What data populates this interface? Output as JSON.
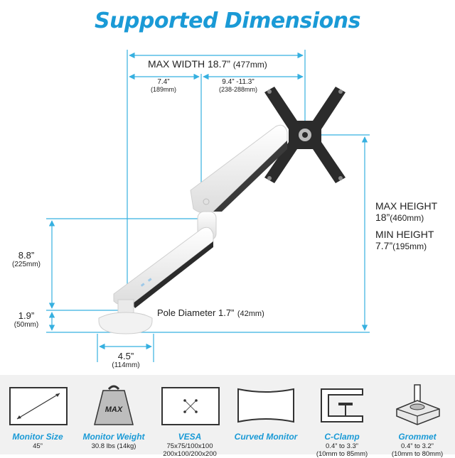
{
  "title": "Supported Dimensions",
  "dimensions": {
    "max_width_label": "MAX WIDTH 18.7”",
    "max_width_metric": "(477mm)",
    "width_a": "7.4”",
    "width_a_metric": "(189mm)",
    "width_b": "9.4” -11.3”",
    "width_b_metric": "(238-288mm)",
    "max_height_label": "MAX HEIGHT",
    "max_height_value": "18”",
    "max_height_metric": "(460mm)",
    "min_height_label": "MIN HEIGHT",
    "min_height_value": "7.7”",
    "min_height_metric": "(195mm)",
    "arm_height": "8.8”",
    "arm_height_metric": "(225mm)",
    "base_height": "1.9”",
    "base_height_metric": "(50mm)",
    "pole_label": "Pole Diameter 1.7”",
    "pole_metric": "(42mm)",
    "base_width": "4.5”",
    "base_width_metric": "(114mm)"
  },
  "features": [
    {
      "name": "Monitor Size",
      "line1": "45”",
      "line2": "",
      "icon": "monitor-size-icon"
    },
    {
      "name": "Monitor Weight",
      "line1": "30.8 lbs (14kg)",
      "line2": "",
      "icon": "weight-icon",
      "icon_text": "MAX"
    },
    {
      "name": "VESA",
      "line1": "75x75/100x100",
      "line2": "200x100/200x200",
      "icon": "vesa-icon"
    },
    {
      "name": "Curved Monitor",
      "line1": "",
      "line2": "",
      "icon": "curved-monitor-icon"
    },
    {
      "name": "C-Clamp",
      "line1": "0.4” to 3.3”",
      "line2": "(10mm to 85mm)",
      "icon": "c-clamp-icon"
    },
    {
      "name": "Grommet",
      "line1": "0.4” to 3.2”",
      "line2": "(10mm to 80mm)",
      "icon": "grommet-icon"
    }
  ],
  "colors": {
    "accent": "#1a9ad6",
    "dimension_line": "#36b0e0",
    "arm": "#f4f4f4",
    "bracket": "#2b2b2b",
    "panel": "#f1f1f1"
  }
}
